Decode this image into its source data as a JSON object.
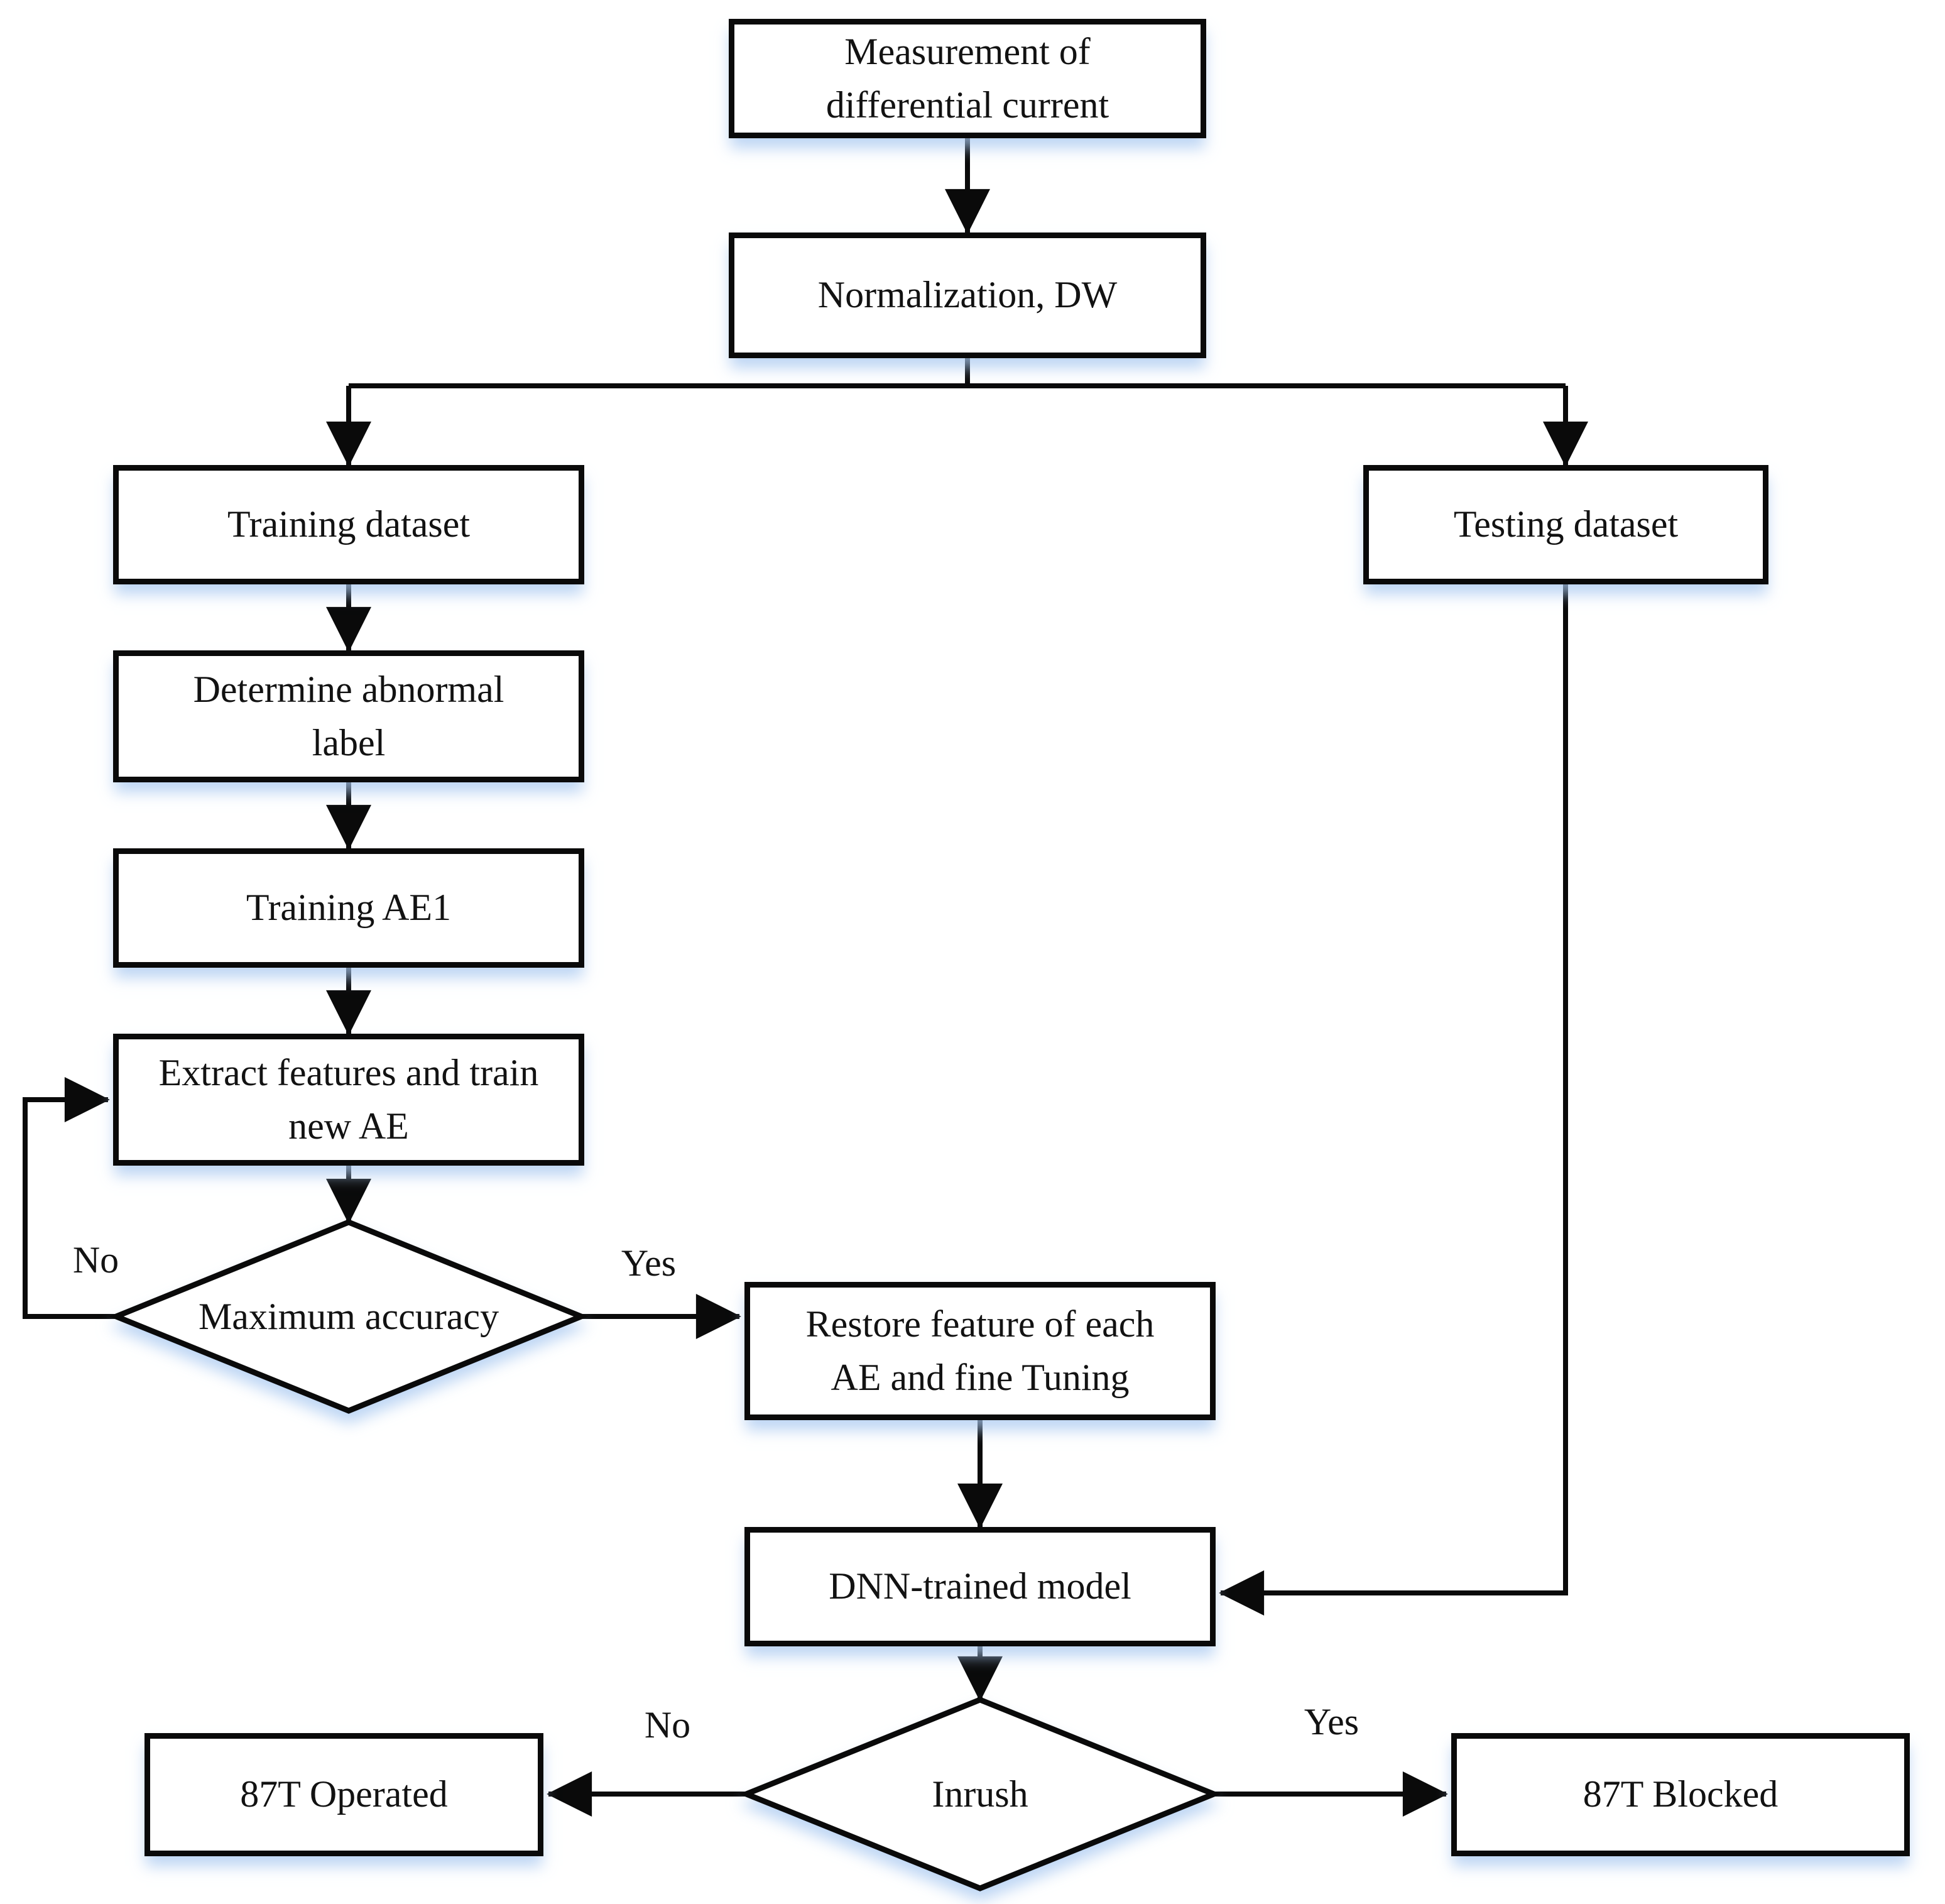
{
  "diagram_type": "flowchart",
  "nodes": {
    "measurement": {
      "label": "Measurement of\ndifferential current",
      "shape": "rect"
    },
    "normalization": {
      "label": "Normalization, DW",
      "shape": "rect"
    },
    "training_dataset": {
      "label": "Training dataset",
      "shape": "rect"
    },
    "testing_dataset": {
      "label": "Testing dataset",
      "shape": "rect"
    },
    "determine_abnormal": {
      "label": "Determine abnormal\nlabel",
      "shape": "rect"
    },
    "training_ae1": {
      "label": "Training AE1",
      "shape": "rect"
    },
    "extract_features": {
      "label": "Extract features and train\nnew AE",
      "shape": "rect"
    },
    "max_accuracy": {
      "label": "Maximum accuracy",
      "shape": "decision"
    },
    "restore_fine_tuning": {
      "label": "Restore feature of each\nAE and fine Tuning",
      "shape": "rect"
    },
    "dnn_model": {
      "label": "DNN-trained model",
      "shape": "rect"
    },
    "inrush": {
      "label": "Inrush",
      "shape": "decision"
    },
    "operated": {
      "label": "87T Operated",
      "shape": "rect"
    },
    "blocked": {
      "label": "87T Blocked",
      "shape": "rect"
    }
  },
  "edge_labels": {
    "max_accuracy_no": "No",
    "max_accuracy_yes": "Yes",
    "inrush_no": "No",
    "inrush_yes": "Yes"
  },
  "colors": {
    "line": "#0a0a0a",
    "box_border": "#0a0a0a",
    "box_fill": "#ffffff",
    "text": "#121212",
    "shadow_glow": "#a8c8f0",
    "background": "#ffffff"
  }
}
